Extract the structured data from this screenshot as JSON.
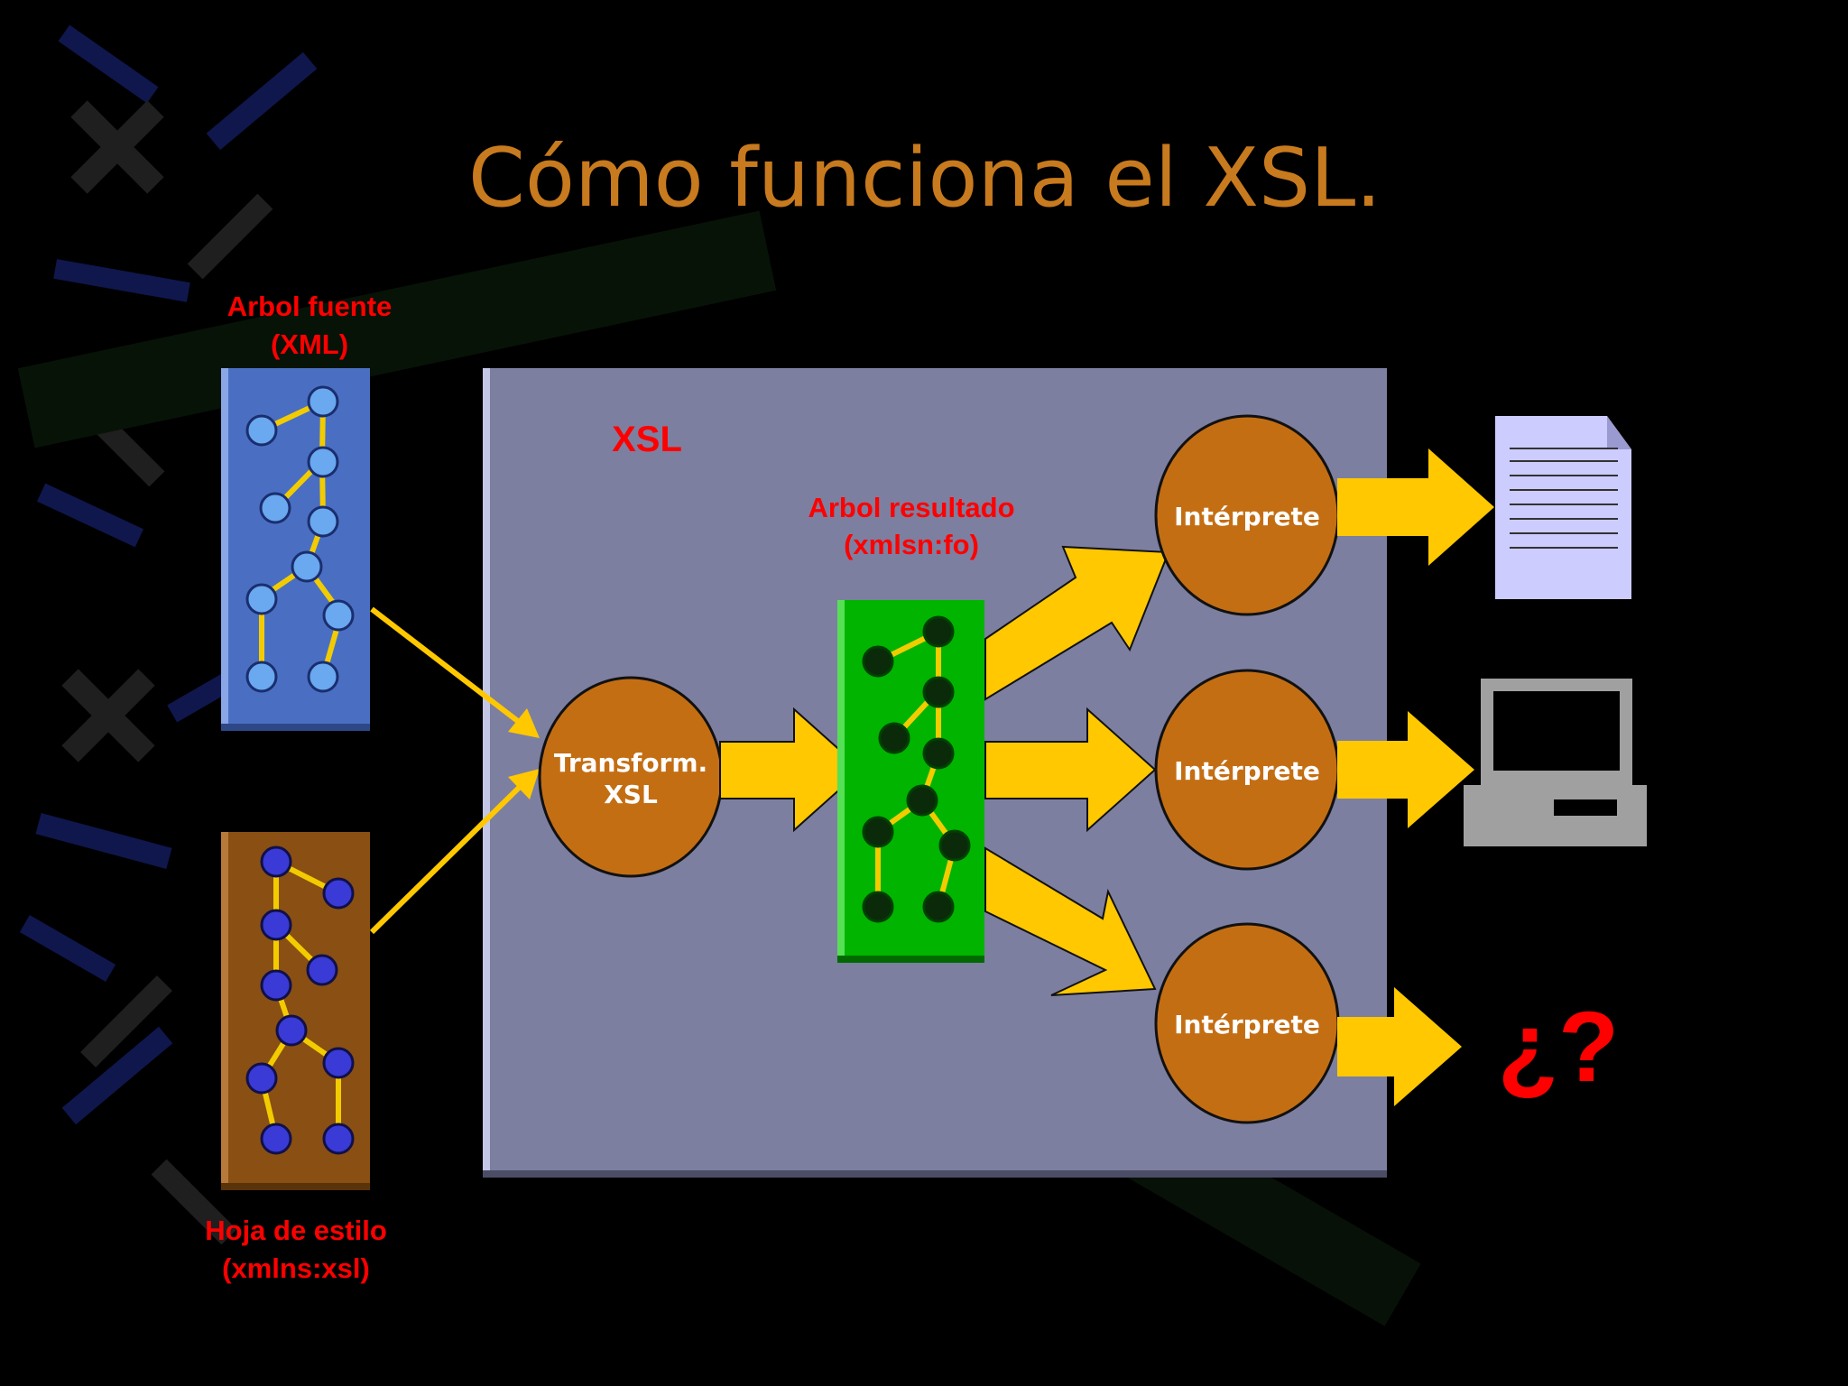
{
  "slide": {
    "title": "Cómo funciona el XSL."
  },
  "diagram": {
    "source_tree": {
      "line1": "Arbol fuente",
      "line2": "(XML)"
    },
    "stylesheet": {
      "line1": "Hoja de estilo",
      "line2": "(xmlns:xsl)"
    },
    "xsl_box_label": "XSL",
    "transform": {
      "line1": "Transform.",
      "line2": "XSL"
    },
    "result_tree": {
      "line1": "Arbol resultado",
      "line2": "(xmlsn:fo)"
    },
    "interpreters": [
      "Intérprete",
      "Intérprete",
      "Intérprete"
    ],
    "unknown_output": "¿?"
  },
  "colors": {
    "title": "#c87a1e",
    "label_red": "#ff0000",
    "xsl_panel": "#7d7fa0",
    "source_panel": "#4a6fc2",
    "stylesheet_panel": "#8a4f12",
    "result_panel": "#00b400",
    "circle": "#c46e14",
    "arrow": "#ffc800",
    "tree_line": "#f2cc00"
  },
  "icons": [
    "document-icon",
    "computer-icon"
  ]
}
